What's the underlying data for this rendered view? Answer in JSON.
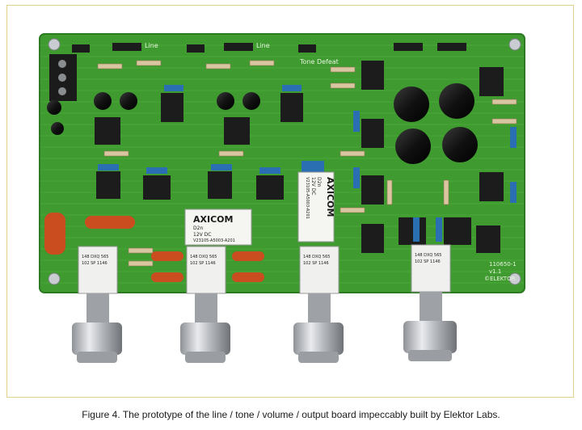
{
  "figure": {
    "caption": "Figure 4. The prototype of the line / tone / volume / output board impeccably built by Elektor Labs."
  },
  "silkscreen": {
    "line_label_left": "Line",
    "line_label_right": "Line",
    "tone_defeat": "Tone Defeat",
    "board_id": "110650-1",
    "board_version": "v1.1",
    "brand_mark": "©ELEKTOR"
  },
  "relays": [
    {
      "brand": "AXICOM",
      "model": "D2n",
      "rating": "12V DC",
      "part": "V23105-A5003-A201"
    },
    {
      "brand": "AXICOM",
      "model": "D2n",
      "rating": "12V DC",
      "part": "V23105-A5003-A201"
    }
  ],
  "pots": [
    {
      "line1": "148 DXQ 565",
      "line2": "102 SP 1146"
    },
    {
      "line1": "148 DXQ 565",
      "line2": "102 SP 1146"
    },
    {
      "line1": "148 DXQ 565",
      "line2": "102 SP 1146"
    },
    {
      "line1": "148 DXQ 565",
      "line2": "102 SP 1146"
    }
  ],
  "colors": {
    "pcb_green": "#3f9a2f",
    "pcb_dark": "#2c7a22",
    "ic_black": "#1c1c1c",
    "cap_blue": "#2b6fb3",
    "resistor_tan": "#d9c6a0",
    "knob_silver": "#c9ccd0"
  }
}
